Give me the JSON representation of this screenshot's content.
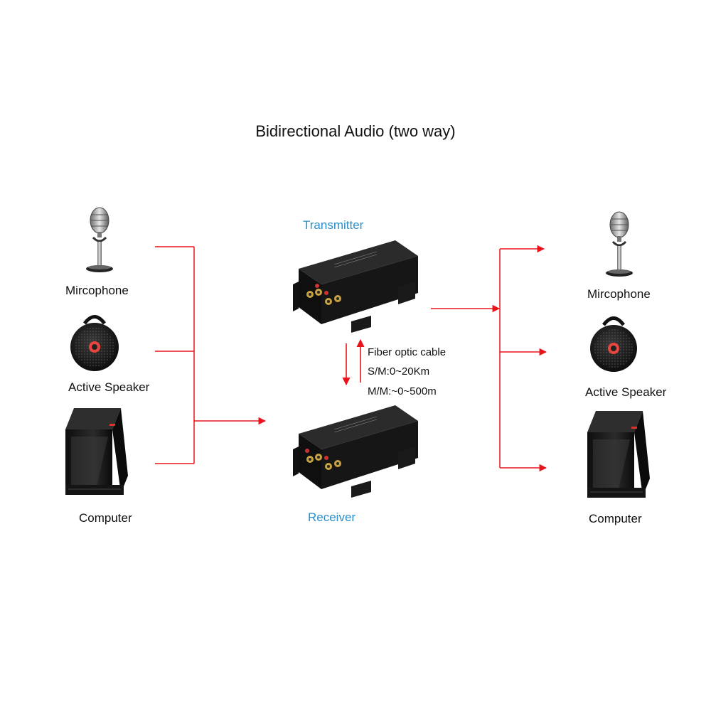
{
  "title": "Bidirectional Audio (two way)",
  "left_devices": [
    {
      "label": "Mircophone",
      "icon": "microphone-icon"
    },
    {
      "label": "Active Speaker",
      "icon": "speaker-icon"
    },
    {
      "label": "Computer",
      "icon": "computer-tower-icon"
    }
  ],
  "right_devices": [
    {
      "label": "Mircophone",
      "icon": "microphone-icon"
    },
    {
      "label": "Active Speaker",
      "icon": "speaker-icon"
    },
    {
      "label": "Computer",
      "icon": "computer-tower-icon"
    }
  ],
  "transmitter": {
    "label": "Transmitter"
  },
  "receiver": {
    "label": "Receiver"
  },
  "cable": {
    "line1": "Fiber optic cable",
    "line2": "S/M:0~20Km",
    "line3": "M/M:~0~500m"
  },
  "colors": {
    "connector_line": "#e8141b",
    "device_label_blue": "#2a8fc9",
    "device_body": "#1b1b1b"
  }
}
